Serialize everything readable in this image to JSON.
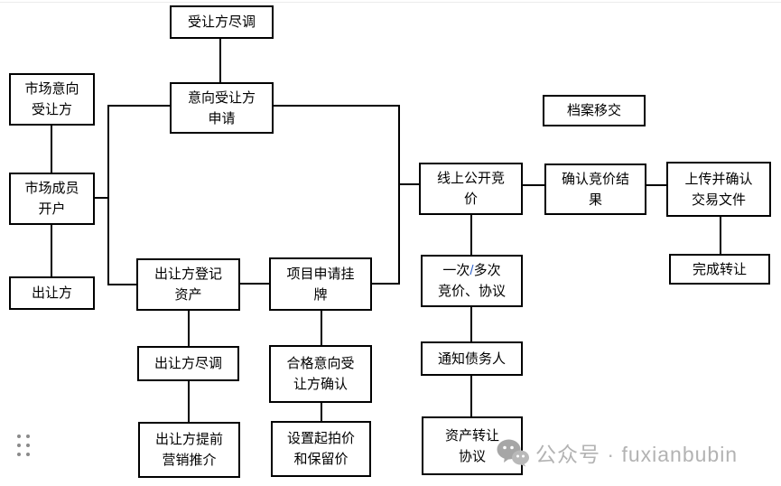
{
  "colors": {
    "node_border": "#000000",
    "node_text": "#000000",
    "connector": "#000000",
    "slash_blue": "#3366cc",
    "watermark_gray": "#b3b3b3",
    "dots_gray": "#8a8a8a",
    "top_divider": "#ececec"
  },
  "icons": {
    "watermark": "wechat-icon",
    "corner": "drag-handle-icon"
  },
  "watermark": {
    "text": "公众号 · fuxianbubin"
  },
  "nodes": [
    {
      "id": "transferee-due-diligence",
      "label": "受让方尽调"
    },
    {
      "id": "market-intent-transferee",
      "label": "市场意向\n受让方"
    },
    {
      "id": "intent-transferee-application",
      "label": "意向受让方\n申请"
    },
    {
      "id": "market-member-account-opening",
      "label": "市场成员\n开户"
    },
    {
      "id": "transferor",
      "label": "出让方"
    },
    {
      "id": "transferor-asset-registration",
      "label": "出让方登记\n资产"
    },
    {
      "id": "project-listing-application",
      "label": "项目申请挂\n牌"
    },
    {
      "id": "transferor-due-diligence",
      "label": "出让方尽调"
    },
    {
      "id": "qualified-intent-transferee-confirmation",
      "label": "合格意向受\n让方确认"
    },
    {
      "id": "transferor-pre-marketing",
      "label": "出让方提前\n营销推介"
    },
    {
      "id": "set-starting-reserve-price",
      "label": "设置起拍价\n和保留价"
    },
    {
      "id": "online-public-bidding",
      "label": "线上公开竞\n价"
    },
    {
      "id": "single-multiple-bidding-agreement",
      "label": "一次/多次\n竞价、协议",
      "line1_pre": "一次",
      "line1_slash": "/",
      "line1_post": "多次",
      "line2": "竞价、协议"
    },
    {
      "id": "notify-debtors",
      "label": "通知债务人"
    },
    {
      "id": "asset-transfer-agreement",
      "label": "资产转让\n协议"
    },
    {
      "id": "archive-handover",
      "label": "档案移交"
    },
    {
      "id": "confirm-bidding-result",
      "label": "确认竞价结\n果"
    },
    {
      "id": "upload-confirm-transaction-docs",
      "label": "上传并确认\n交易文件"
    },
    {
      "id": "complete-transfer",
      "label": "完成转让"
    }
  ],
  "edges": [
    {
      "from": "transferee-due-diligence",
      "to": "intent-transferee-application"
    },
    {
      "from": "market-intent-transferee",
      "to": "market-member-account-opening"
    },
    {
      "from": "market-member-account-opening",
      "to": "transferor"
    },
    {
      "from": "market-member-account-opening",
      "to": "intent-transferee-application"
    },
    {
      "from": "market-member-account-opening",
      "to": "transferor-asset-registration"
    },
    {
      "from": "transferor-asset-registration",
      "to": "project-listing-application"
    },
    {
      "from": "transferor-asset-registration",
      "to": "transferor-due-diligence"
    },
    {
      "from": "transferor-due-diligence",
      "to": "transferor-pre-marketing"
    },
    {
      "from": "project-listing-application",
      "to": "qualified-intent-transferee-confirmation"
    },
    {
      "from": "qualified-intent-transferee-confirmation",
      "to": "set-starting-reserve-price"
    },
    {
      "from": "intent-transferee-application",
      "to": "online-public-bidding"
    },
    {
      "from": "project-listing-application",
      "to": "online-public-bidding"
    },
    {
      "from": "online-public-bidding",
      "to": "single-multiple-bidding-agreement"
    },
    {
      "from": "single-multiple-bidding-agreement",
      "to": "notify-debtors"
    },
    {
      "from": "notify-debtors",
      "to": "asset-transfer-agreement"
    },
    {
      "from": "online-public-bidding",
      "to": "confirm-bidding-result"
    },
    {
      "from": "confirm-bidding-result",
      "to": "upload-confirm-transaction-docs"
    },
    {
      "from": "upload-confirm-transaction-docs",
      "to": "complete-transfer"
    }
  ]
}
